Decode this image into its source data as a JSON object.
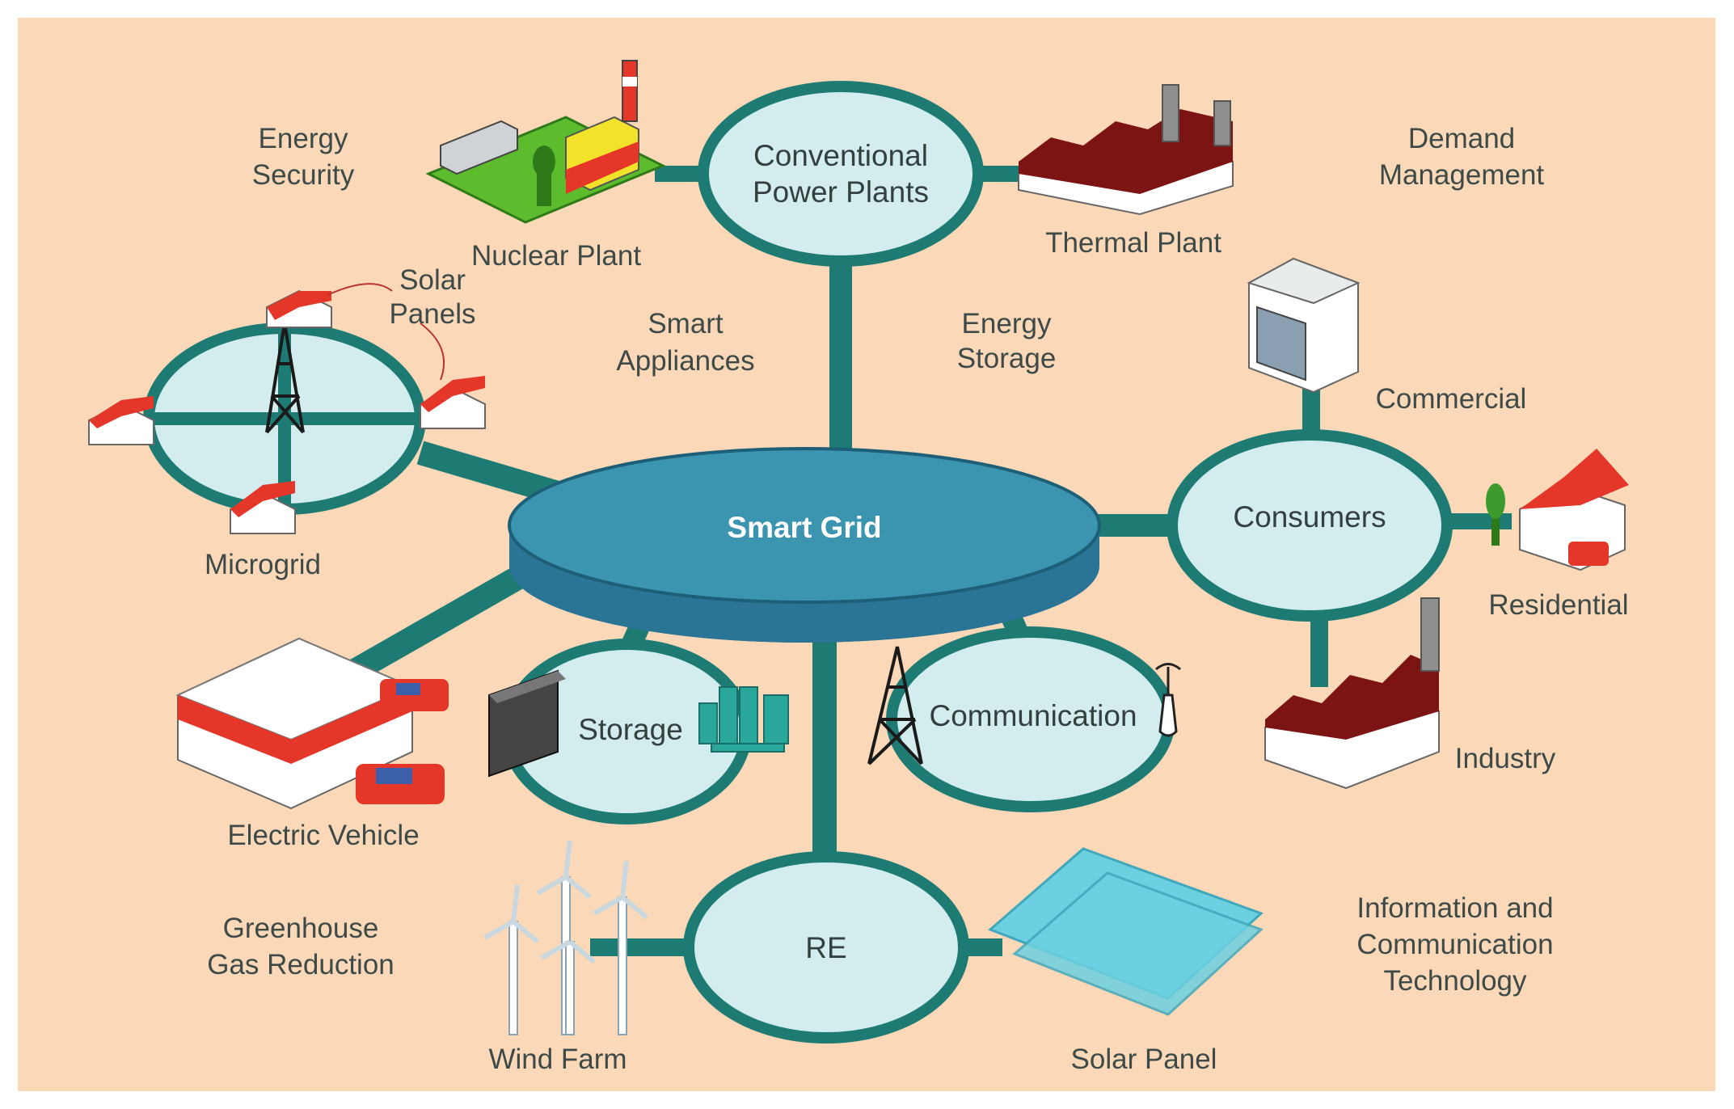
{
  "colors": {
    "background": "#fbd9b8",
    "link": "#1e7b74",
    "node_fill": "#d3ecee",
    "node_stroke": "#1e7b74",
    "hub_top": "#3b94b0",
    "hub_side": "#2a7595",
    "roof_red": "#7d1414",
    "accent_red": "#e4372a",
    "panel_blue": "#6cd0e0"
  },
  "hub": {
    "label": "Smart Grid"
  },
  "nodes": {
    "conventional": {
      "line1": "Conventional",
      "line2": "Power Plants"
    },
    "consumers": {
      "label": "Consumers"
    },
    "storage": {
      "label": "Storage"
    },
    "communication": {
      "label": "Communication"
    },
    "re": {
      "label": "RE"
    },
    "microgrid": {
      "label": "Microgrid"
    }
  },
  "items": {
    "nuclear_plant": "Nuclear Plant",
    "thermal_plant": "Thermal Plant",
    "solar_panels": {
      "line1": "Solar",
      "line2": "Panels"
    },
    "commercial": "Commercial",
    "residential": "Residential",
    "industry": "Industry",
    "electric_vehicle": "Electric Vehicle",
    "wind_farm": "Wind Farm",
    "solar_panel": "Solar Panel"
  },
  "benefits": {
    "energy_security": {
      "line1": "Energy",
      "line2": "Security"
    },
    "demand_management": {
      "line1": "Demand",
      "line2": "Management"
    },
    "smart_appliances": {
      "line1": "Smart",
      "line2": "Appliances"
    },
    "energy_storage": {
      "line1": "Energy",
      "line2": "Storage"
    },
    "greenhouse": {
      "line1": "Greenhouse",
      "line2": "Gas Reduction"
    },
    "ict": {
      "line1": "Information and",
      "line2": "Communication",
      "line3": "Technology"
    }
  },
  "icons": [
    "nuclear-plant-icon",
    "thermal-plant-icon",
    "house-icon",
    "transmission-tower-icon",
    "office-building-icon",
    "residential-house-icon",
    "factory-icon",
    "ev-station-icon",
    "battery-icon",
    "antenna-icon",
    "wind-turbine-icon",
    "solar-panel-icon"
  ]
}
